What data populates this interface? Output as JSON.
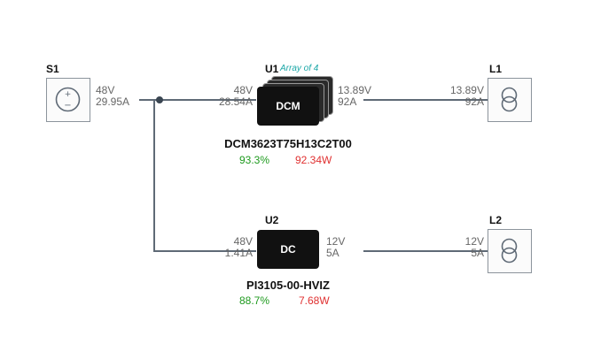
{
  "source": {
    "ref": "S1",
    "voltage": "48V",
    "current": "29.95A"
  },
  "u1": {
    "ref": "U1",
    "array_note": "Array of 4",
    "chip_label": "DCM",
    "part_number": "DCM3623T75H13C2T00",
    "efficiency": "93.3%",
    "power_loss": "92.34W",
    "in_voltage": "48V",
    "in_current": "28.54A",
    "out_voltage": "13.89V",
    "out_current": "92A"
  },
  "l1": {
    "ref": "L1",
    "voltage": "13.89V",
    "current": "92A"
  },
  "u2": {
    "ref": "U2",
    "chip_label": "DC",
    "part_number": "PI3105-00-HVIZ",
    "efficiency": "88.7%",
    "power_loss": "7.68W",
    "in_voltage": "48V",
    "in_current": "1.41A",
    "out_voltage": "12V",
    "out_current": "5A"
  },
  "l2": {
    "ref": "L2",
    "voltage": "12V",
    "current": "5A"
  },
  "colors": {
    "wire": "#5f6a76",
    "efficiency": "#1e9a1e",
    "power_loss": "#e03131",
    "array_note": "#1aa6a6",
    "chip": "#111111"
  }
}
